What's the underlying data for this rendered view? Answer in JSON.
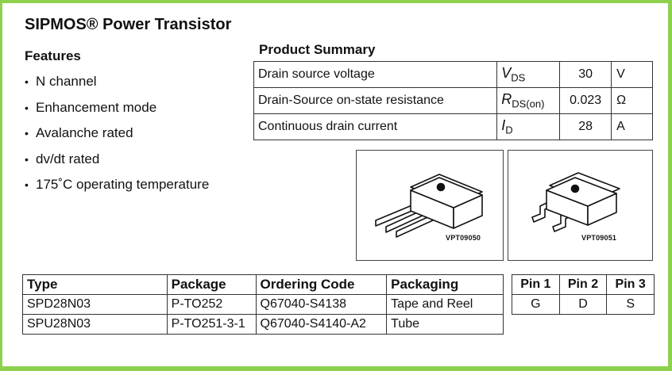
{
  "title": "SIPMOS® Power Transistor",
  "features": {
    "heading": "Features",
    "items": [
      "N channel",
      "Enhancement mode",
      "Avalanche rated",
      "dv/dt rated",
      "175˚C operating temperature"
    ]
  },
  "product_summary": {
    "heading": "Product Summary",
    "rows": [
      {
        "param": "Drain source voltage",
        "symbol": "V",
        "symbol_sub": "DS",
        "value": "30",
        "unit": "V"
      },
      {
        "param": "Drain-Source on-state resistance",
        "symbol": "R",
        "symbol_sub": "DS(on)",
        "value": "0.023",
        "unit": "Ω"
      },
      {
        "param": "Continuous drain current",
        "symbol": "I",
        "symbol_sub": "D",
        "value": "28",
        "unit": "A"
      }
    ]
  },
  "packages": [
    {
      "code": "VPT09050",
      "icon": "to251-package-icon"
    },
    {
      "code": "VPT09051",
      "icon": "to252-package-icon"
    }
  ],
  "ordering": {
    "headers": [
      "Type",
      "Package",
      "Ordering Code",
      "Packaging"
    ],
    "rows": [
      [
        "SPD28N03",
        "P-TO252",
        "Q67040-S4138",
        "Tape and Reel"
      ],
      [
        "SPU28N03",
        "P-TO251-3-1",
        "Q67040-S4140-A2",
        "Tube"
      ]
    ]
  },
  "pins": {
    "headers": [
      "Pin 1",
      "Pin 2",
      "Pin 3"
    ],
    "values": [
      "G",
      "D",
      "S"
    ]
  }
}
